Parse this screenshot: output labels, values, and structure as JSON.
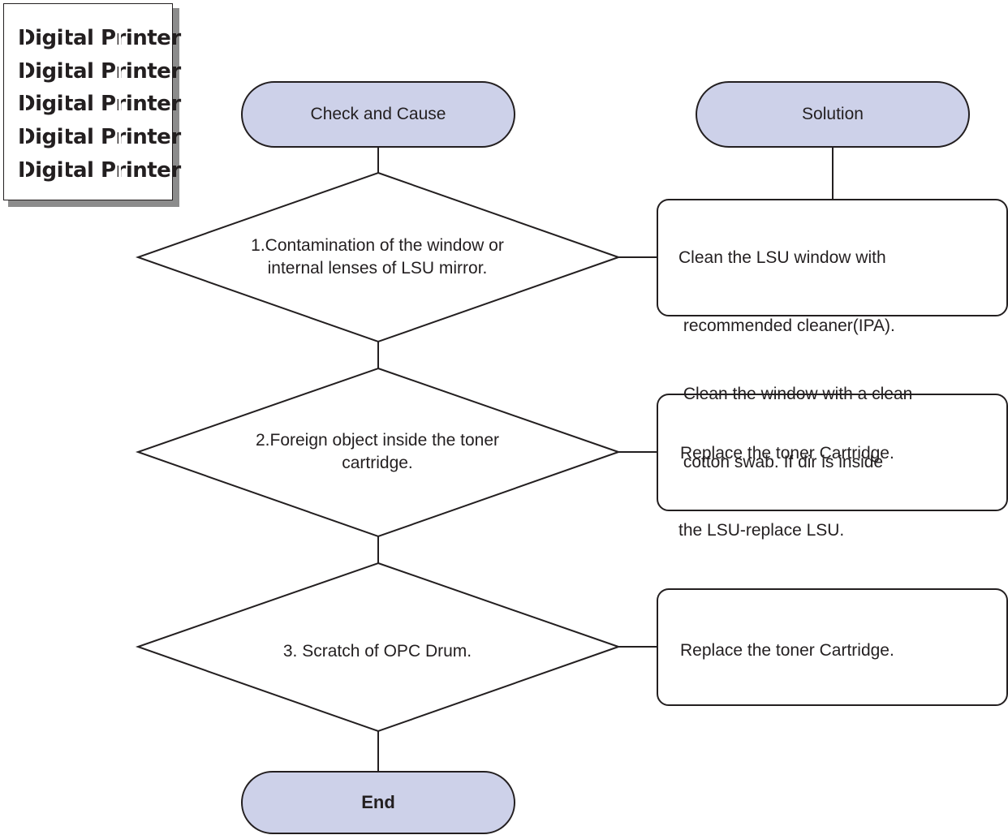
{
  "sample_print": {
    "lines": [
      "Digital Printer",
      "Digital Printer",
      "Digital Printer",
      "Digital Printer",
      "Digital Printer"
    ]
  },
  "headers": {
    "check_cause": "Check and Cause",
    "solution": "Solution",
    "end": "End"
  },
  "steps": [
    {
      "cause": "1.Contamination of the window or internal lenses of LSU mirror.",
      "solution_lines": [
        "Clean the LSU window with",
        " recommended cleaner(IPA).",
        " Clean the window with a clean",
        " cotton swab. If dir is inside",
        "the LSU-replace LSU."
      ]
    },
    {
      "cause": "2.Foreign object inside the toner cartridge.",
      "solution": "Replace the toner Cartridge."
    },
    {
      "cause": "3. Scratch of OPC Drum.",
      "solution": "Replace the toner Cartridge."
    }
  ],
  "colors": {
    "terminal_fill": "#cdd1e9",
    "stroke": "#231f20",
    "card_shadow": "#8c8c8c"
  }
}
